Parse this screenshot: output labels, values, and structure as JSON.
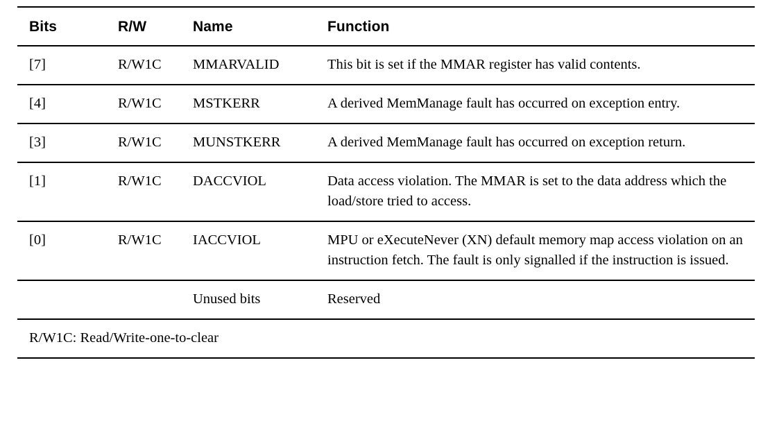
{
  "table": {
    "caption_text": "",
    "columns": [
      {
        "key": "bits",
        "label": "Bits"
      },
      {
        "key": "rw",
        "label": "R/W"
      },
      {
        "key": "name",
        "label": "Name"
      },
      {
        "key": "function",
        "label": "Function"
      }
    ],
    "rows": [
      {
        "bits": "[7]",
        "rw": "R/W1C",
        "name": "MMARVALID",
        "function": "This bit is set if the MMAR register has valid contents."
      },
      {
        "bits": "[4]",
        "rw": "R/W1C",
        "name": "MSTKERR",
        "function": "A derived MemManage fault has occurred on exception entry."
      },
      {
        "bits": "[3]",
        "rw": "R/W1C",
        "name": "MUNSTKERR",
        "function": "A derived MemManage fault has occurred on exception return."
      },
      {
        "bits": "[1]",
        "rw": "R/W1C",
        "name": "DACCVIOL",
        "function": "Data access violation. The MMAR is set to the data address which the load/store tried to access."
      },
      {
        "bits": "[0]",
        "rw": "R/W1C",
        "name": "IACCVIOL",
        "function": "MPU or eXecuteNever (XN) default memory map access violation on an instruction fetch. The fault is only signalled if the instruction is issued."
      },
      {
        "bits": "",
        "rw": "",
        "name": "Unused bits",
        "function": "Reserved"
      }
    ],
    "footnote": "R/W1C: Read/Write-one-to-clear"
  },
  "colors": {
    "text": "#000000",
    "rule": "#000000",
    "background": "#ffffff"
  }
}
